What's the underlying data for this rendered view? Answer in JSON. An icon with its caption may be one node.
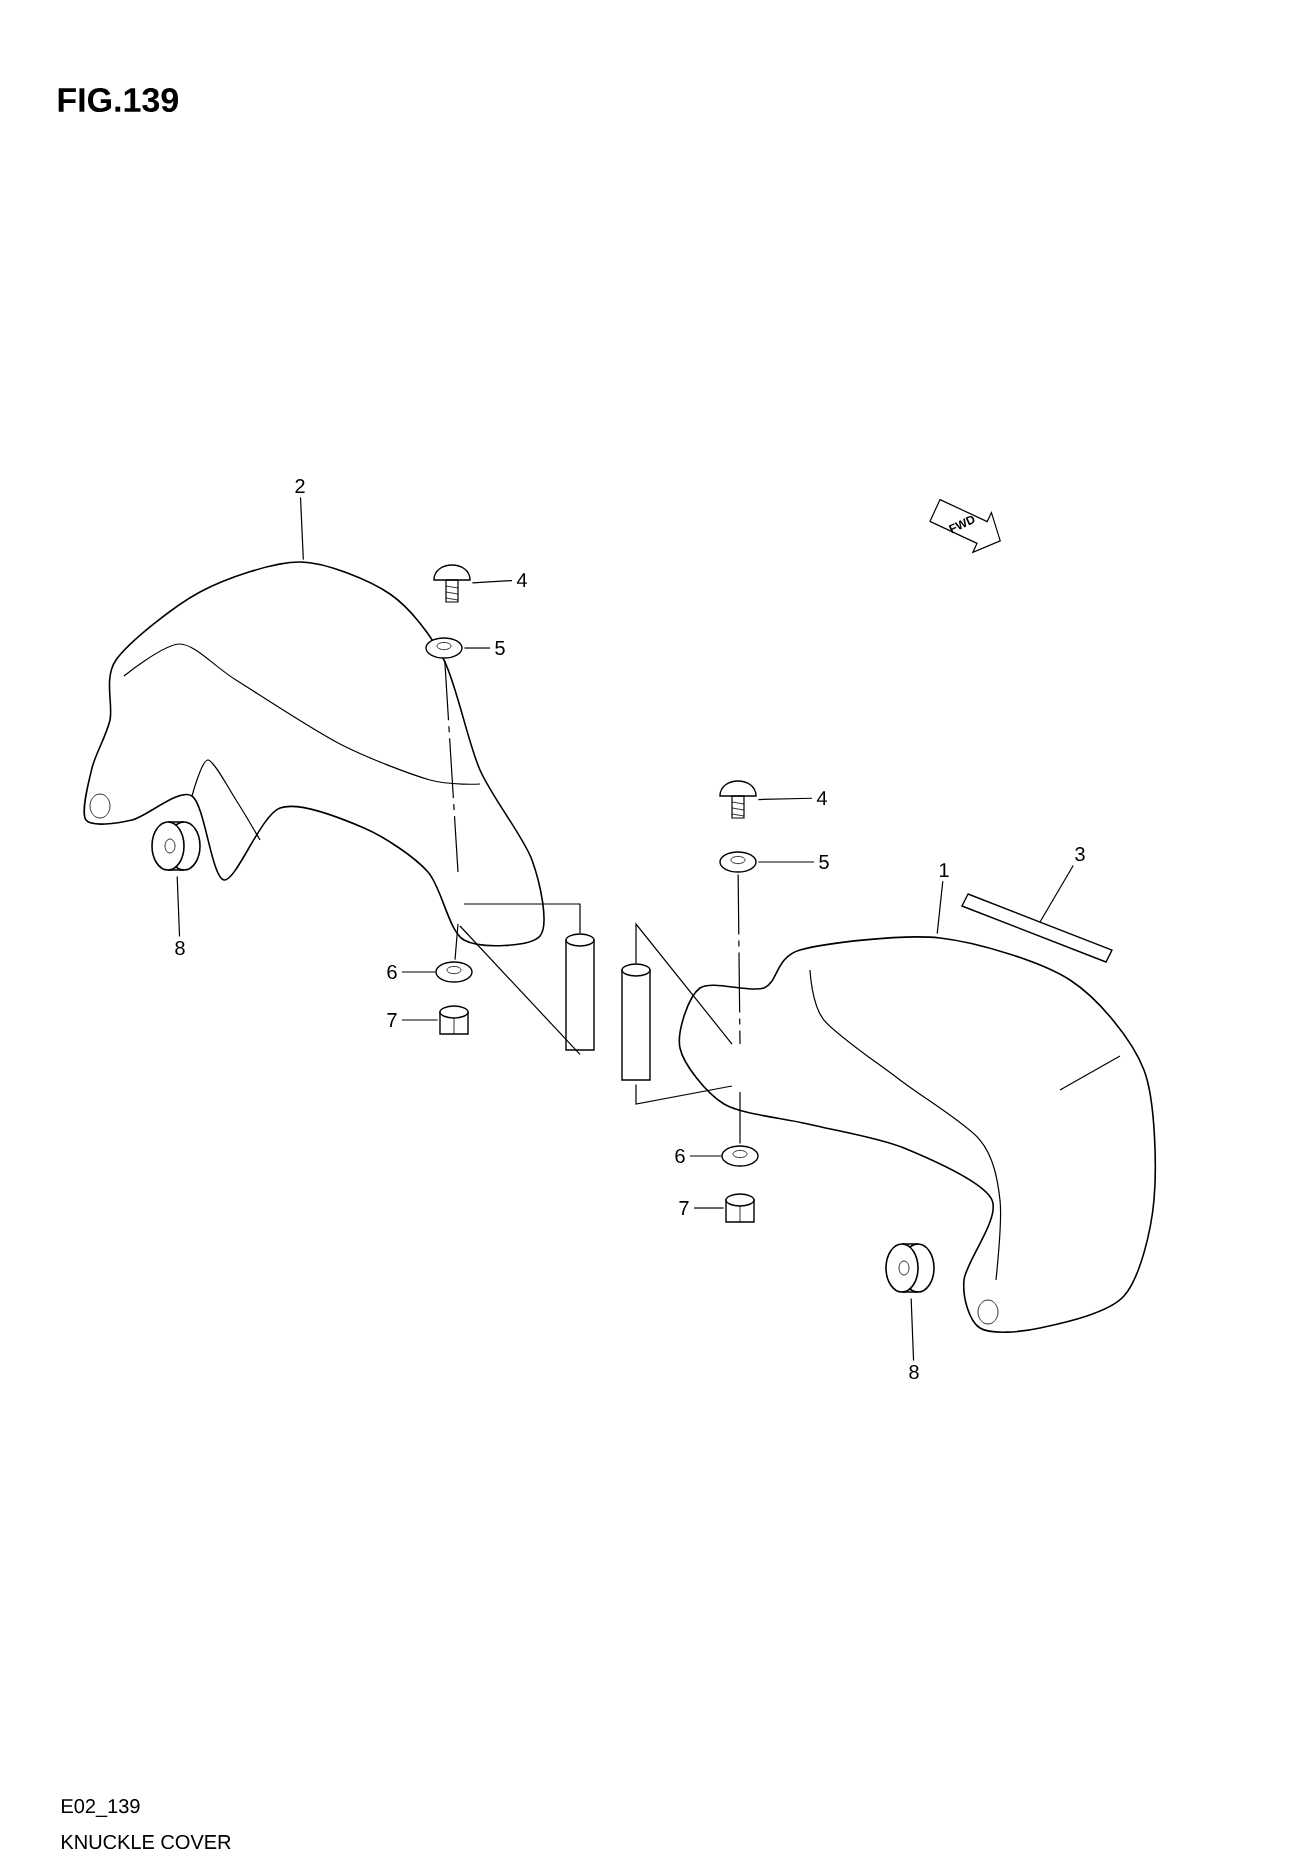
{
  "diagram": {
    "title": "FIG.139",
    "caption": "KNUCKLE COVER",
    "nodes": [
      {
        "text": [
          "2"
        ]
      },
      {
        "text": [],
        "shape": "picture"
      },
      {
        "text": [
          "4"
        ]
      },
      {
        "text": [],
        "shape": "picture"
      },
      {
        "text": [
          "5"
        ]
      },
      {
        "text": [],
        "shape": "picture"
      },
      {
        "text": [
          "8"
        ]
      },
      {
        "text": [],
        "shape": "picture"
      },
      {
        "text": [
          "6"
        ]
      },
      {
        "text": [],
        "shape": "picture"
      },
      {
        "text": [
          "7"
        ]
      },
      {
        "text": [],
        "shape": "picture"
      },
      {
        "text": [
          "4"
        ]
      },
      {
        "text": [],
        "shape": "picture"
      },
      {
        "text": [
          "5"
        ]
      },
      {
        "text": [],
        "shape": "picture"
      },
      {
        "text": [
          "1"
        ]
      },
      {
        "text": [],
        "shape": "picture"
      },
      {
        "text": [
          "3"
        ]
      },
      {
        "text": [],
        "shape": "bar"
      },
      {
        "text": [
          "6"
        ]
      },
      {
        "text": [],
        "shape": "picture"
      },
      {
        "text": [
          "7"
        ]
      },
      {
        "text": [],
        "shape": "picture"
      },
      {
        "text": [
          "8"
        ]
      },
      {
        "text": [],
        "shape": "picture"
      },
      {
        "text": [],
        "shape": "cylinder"
      },
      {
        "text": [],
        "shape": "cylinder"
      }
    ],
    "edges": [
      {
        "from": 0,
        "to": 1,
        "arrow": "none"
      },
      {
        "from": 2,
        "to": 3,
        "arrow": "none"
      },
      {
        "from": 4,
        "to": 5,
        "arrow": "none"
      },
      {
        "from": 6,
        "to": 7,
        "arrow": "none"
      },
      {
        "from": 8,
        "to": 9,
        "arrow": "none"
      },
      {
        "from": 10,
        "to": 11,
        "arrow": "none"
      },
      {
        "from": 12,
        "to": 13,
        "arrow": "none"
      },
      {
        "from": 14,
        "to": 15,
        "arrow": "none"
      },
      {
        "from": 16,
        "to": 17,
        "arrow": "none"
      },
      {
        "from": 18,
        "to": 19,
        "arrow": "none"
      },
      {
        "from": 20,
        "to": 21,
        "arrow": "none"
      },
      {
        "from": 22,
        "to": 23,
        "arrow": "none"
      },
      {
        "from": 24,
        "to": 25,
        "arrow": "none"
      },
      {
        "from": 5,
        "to": 1,
        "arrow": "none",
        "style": "dashed"
      },
      {
        "from": 1,
        "to": 9,
        "arrow": "none",
        "style": "dashed"
      },
      {
        "from": 15,
        "to": 17,
        "arrow": "none",
        "style": "dashed"
      },
      {
        "from": 17,
        "to": 21,
        "arrow": "none",
        "style": "dashed"
      },
      {
        "from": 1,
        "to": 26,
        "arrow": "none"
      },
      {
        "from": 1,
        "to": 26,
        "arrow": "none"
      },
      {
        "from": 27,
        "to": 17,
        "arrow": "none"
      },
      {
        "from": 27,
        "to": 17,
        "arrow": "none"
      }
    ],
    "labels": [
      "FWD",
      "E02_139"
    ]
  }
}
